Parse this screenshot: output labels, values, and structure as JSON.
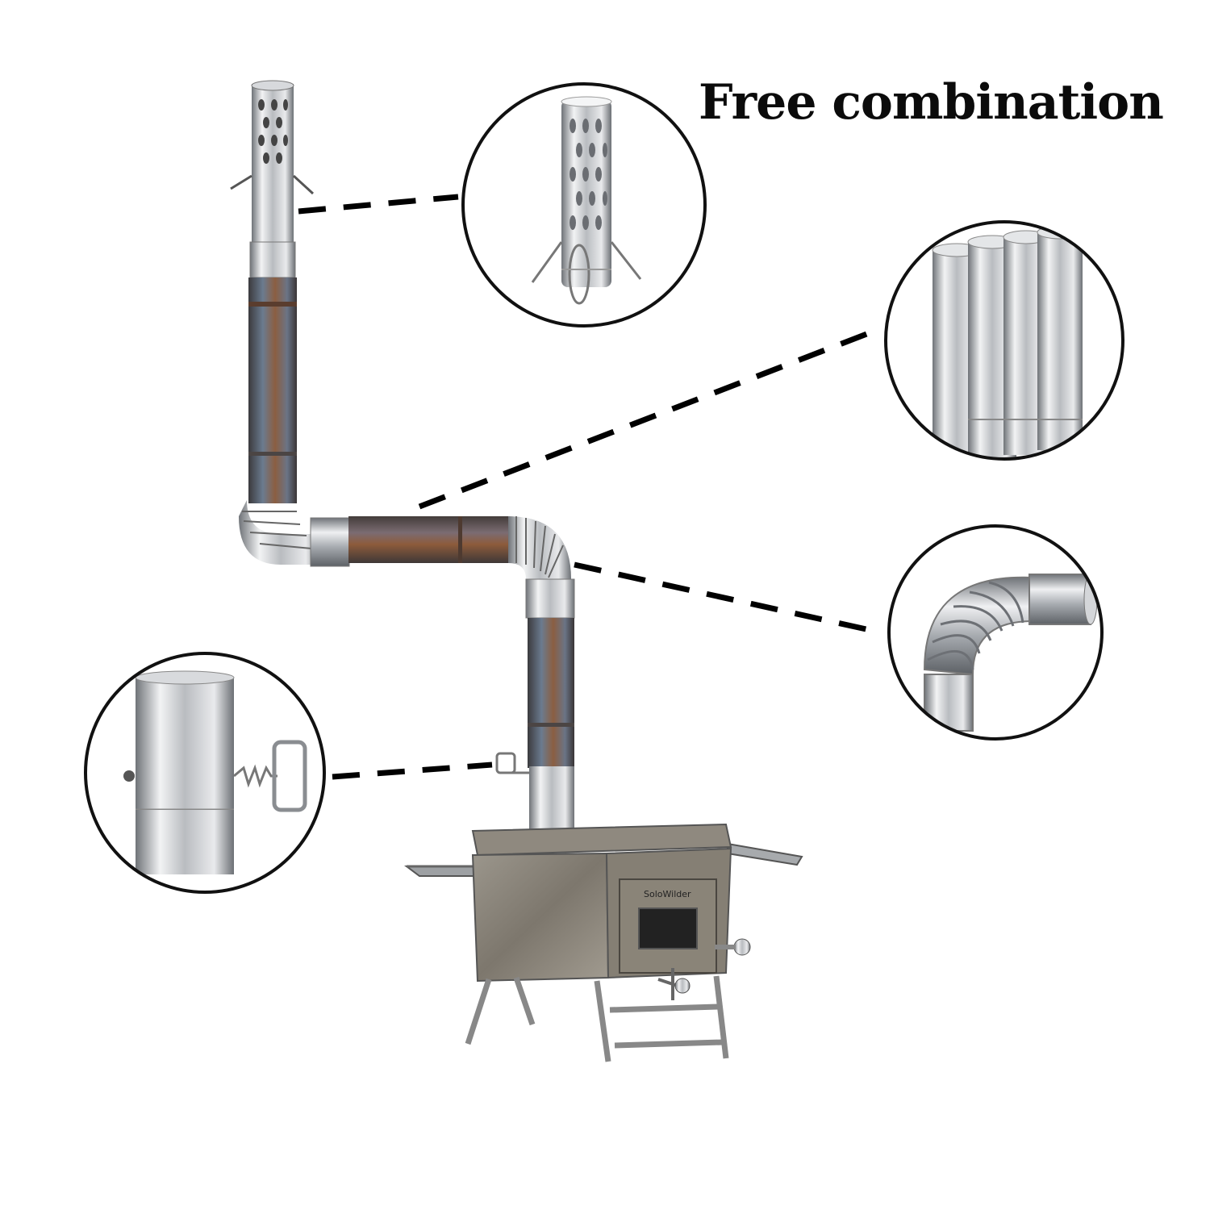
{
  "headline": "Free combination",
  "product": {
    "brand_text": "SoloWilder",
    "parts": [
      {
        "name": "chimney-spark-arrestor-cap"
      },
      {
        "name": "straight-stovepipe-sections"
      },
      {
        "name": "flexible-elbow-pipe"
      },
      {
        "name": "damper-pipe-with-handle"
      },
      {
        "name": "wood-stove-with-side-shelves"
      }
    ]
  },
  "colors": {
    "line": "#000000",
    "circle_stroke": "#111111",
    "steel_light": "#e6e8ea",
    "steel_mid": "#a9adb2",
    "steel_dark": "#5a5d61",
    "patina_blue": "#5f6e82",
    "patina_copper": "#8a5a3c",
    "stove_body": "#8b8478"
  }
}
